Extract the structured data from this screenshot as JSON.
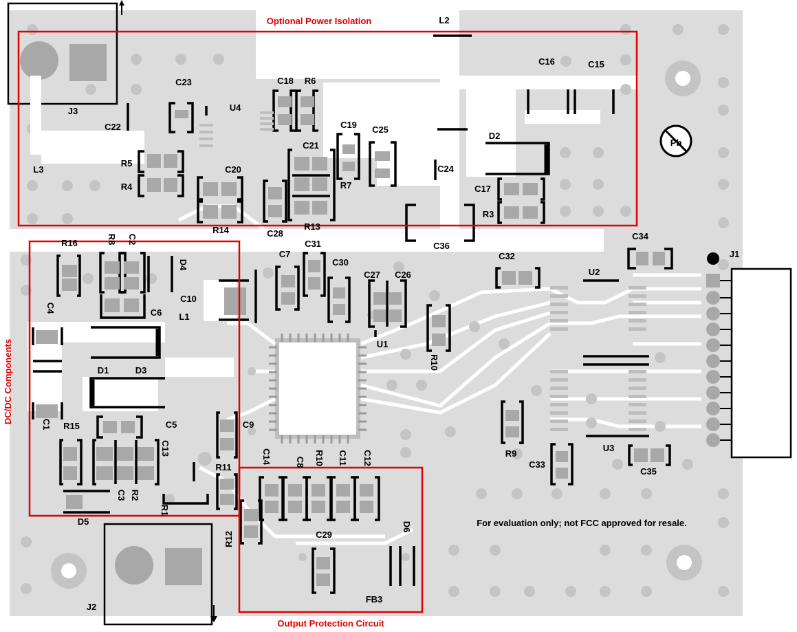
{
  "callouts": {
    "power_isolation": "Optional Power Isolation",
    "dcdc": "DC/DC Components",
    "output_protection": "Output Protection Circuit"
  },
  "colors": {
    "board": "#dcdcdc",
    "copper": "#ffffff",
    "via": "#c4c4c4",
    "pad": "#a8a8a8",
    "silk": "#000000",
    "callout": "#e00000"
  },
  "notice": "For evaluation only; not FCC approved for resale.",
  "lead_free_mark": "Pb",
  "designators": {
    "L2": "L2",
    "C16": "C16",
    "C15": "C15",
    "C23": "C23",
    "U4": "U4",
    "C18": "C18",
    "R6": "R6",
    "J3": "J3",
    "C22": "C22",
    "C19": "C19",
    "C25": "C25",
    "D2": "D2",
    "C21": "C21",
    "R5": "R5",
    "C20": "C20",
    "C24": "C24",
    "R4": "R4",
    "R7": "R7",
    "C17": "C17",
    "L3": "L3",
    "R3": "R3",
    "R14": "R14",
    "C28": "C28",
    "R13": "R13",
    "C36": "C36",
    "C34": "C34",
    "J1": "J1",
    "R16": "R16",
    "R8": "R8",
    "C2": "C2",
    "C31": "C31",
    "D4": "D4",
    "C7": "C7",
    "C30": "C30",
    "C32": "C32",
    "U2": "U2",
    "C27": "C27",
    "C26": "C26",
    "C10": "C10",
    "C6": "C6",
    "L1": "L1",
    "C4": "C4",
    "U1": "U1",
    "R10": "R10",
    "D1": "D1",
    "D3": "D3",
    "C1": "C1",
    "R15": "R15",
    "C5": "C5",
    "C9": "C9",
    "C13": "C13",
    "C14": "C14",
    "C8": "C8",
    "R10b": "R10",
    "C11": "C11",
    "C12": "C12",
    "R9": "R9",
    "C33": "C33",
    "U3": "U3",
    "C35": "C35",
    "R11": "R11",
    "C3": "C3",
    "R2": "R2",
    "D5": "D5",
    "J2": "J2",
    "R1": "R1",
    "R12": "R12",
    "C29": "C29",
    "D6": "D6",
    "FB3": "FB3"
  }
}
